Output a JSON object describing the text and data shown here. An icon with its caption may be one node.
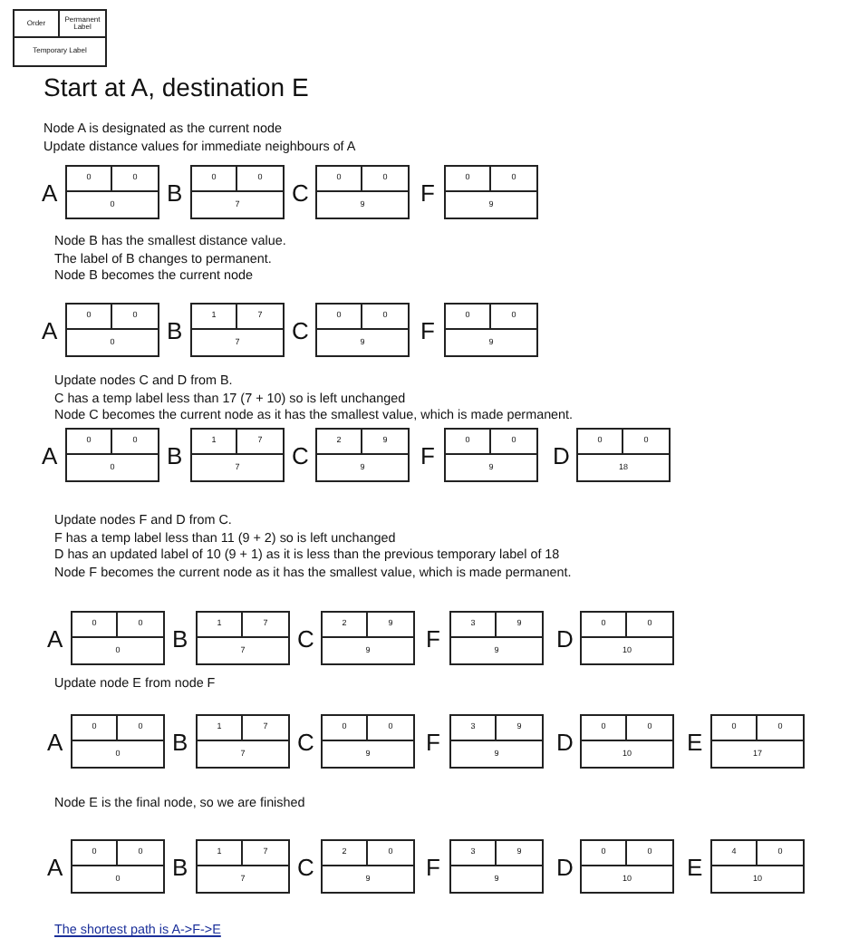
{
  "diagram": {
    "title": "Start at A, destination E",
    "nodes": [
      {
        "text": [
          "Order",
          "Permanent Label",
          "Temporary Label"
        ]
      },
      {
        "text": [
          "0",
          "0",
          "0"
        ],
        "beside": [
          "A"
        ]
      },
      {
        "text": [
          "0",
          "0",
          "7"
        ],
        "beside": [
          "B"
        ]
      },
      {
        "text": [
          "0",
          "0",
          "9"
        ],
        "beside": [
          "C"
        ]
      },
      {
        "text": [
          "0",
          "0",
          "9"
        ],
        "beside": [
          "F"
        ]
      },
      {
        "text": [
          "0",
          "0",
          "0"
        ],
        "beside": [
          "A"
        ]
      },
      {
        "text": [
          "1",
          "7",
          "7"
        ],
        "beside": [
          "B"
        ]
      },
      {
        "text": [
          "0",
          "0",
          "9"
        ],
        "beside": [
          "C"
        ]
      },
      {
        "text": [
          "0",
          "0",
          "9"
        ],
        "beside": [
          "F"
        ]
      },
      {
        "text": [
          "0",
          "0",
          "0"
        ],
        "beside": [
          "A"
        ]
      },
      {
        "text": [
          "1",
          "7",
          "7"
        ],
        "beside": [
          "B"
        ]
      },
      {
        "text": [
          "2",
          "9",
          "9"
        ],
        "beside": [
          "C"
        ]
      },
      {
        "text": [
          "0",
          "0",
          "9"
        ],
        "beside": [
          "F"
        ]
      },
      {
        "text": [
          "0",
          "0",
          "18"
        ],
        "beside": [
          "D"
        ]
      },
      {
        "text": [
          "0",
          "0",
          "0"
        ],
        "beside": [
          "A"
        ]
      },
      {
        "text": [
          "1",
          "7",
          "7"
        ],
        "beside": [
          "B"
        ]
      },
      {
        "text": [
          "2",
          "9",
          "9"
        ],
        "beside": [
          "C"
        ]
      },
      {
        "text": [
          "3",
          "9",
          "9"
        ],
        "beside": [
          "F"
        ]
      },
      {
        "text": [
          "0",
          "0",
          "10"
        ],
        "beside": [
          "D"
        ]
      },
      {
        "text": [
          "0",
          "0",
          "0"
        ],
        "beside": [
          "A"
        ]
      },
      {
        "text": [
          "1",
          "7",
          "7"
        ],
        "beside": [
          "B"
        ]
      },
      {
        "text": [
          "0",
          "0",
          "9"
        ],
        "beside": [
          "C"
        ]
      },
      {
        "text": [
          "3",
          "9",
          "9"
        ],
        "beside": [
          "F"
        ]
      },
      {
        "text": [
          "0",
          "0",
          "10"
        ],
        "beside": [
          "D"
        ]
      },
      {
        "text": [
          "0",
          "0",
          "17"
        ],
        "beside": [
          "E"
        ]
      },
      {
        "text": [
          "0",
          "0",
          "0"
        ],
        "beside": [
          "A"
        ]
      },
      {
        "text": [
          "1",
          "7",
          "7"
        ],
        "beside": [
          "B"
        ]
      },
      {
        "text": [
          "2",
          "0",
          "9"
        ],
        "beside": [
          "C"
        ]
      },
      {
        "text": [
          "3",
          "9",
          "9"
        ],
        "beside": [
          "F"
        ]
      },
      {
        "text": [
          "0",
          "0",
          "10"
        ],
        "beside": [
          "D"
        ]
      },
      {
        "text": [
          "4",
          "0",
          "10"
        ],
        "beside": [
          "E"
        ]
      }
    ],
    "labels": [
      "Node A is designated as the current node",
      "Update distance values for immediate neighbours of A",
      "Node B has the smallest distance value.",
      "The label of B changes to permanent.",
      "Node B becomes the current node",
      "Update nodes C and D from B.",
      "C has a temp label less than 17 (7 + 10) so is left unchanged",
      "Node C becomes the current node as it has the smallest value, which is made permanent.",
      "Update nodes F and D from C.",
      "F has a temp label less than 11 (9 + 2) so is left unchanged",
      "D has an updated label of 10 (9 + 1) as it is less than the previous temporary label of 18",
      "Node F becomes the current node as it has the smallest value, which is made permanent.",
      "Update node E from node F",
      "Node E is the final node, so we are finished",
      "The shortest path is A->F->E"
    ]
  }
}
